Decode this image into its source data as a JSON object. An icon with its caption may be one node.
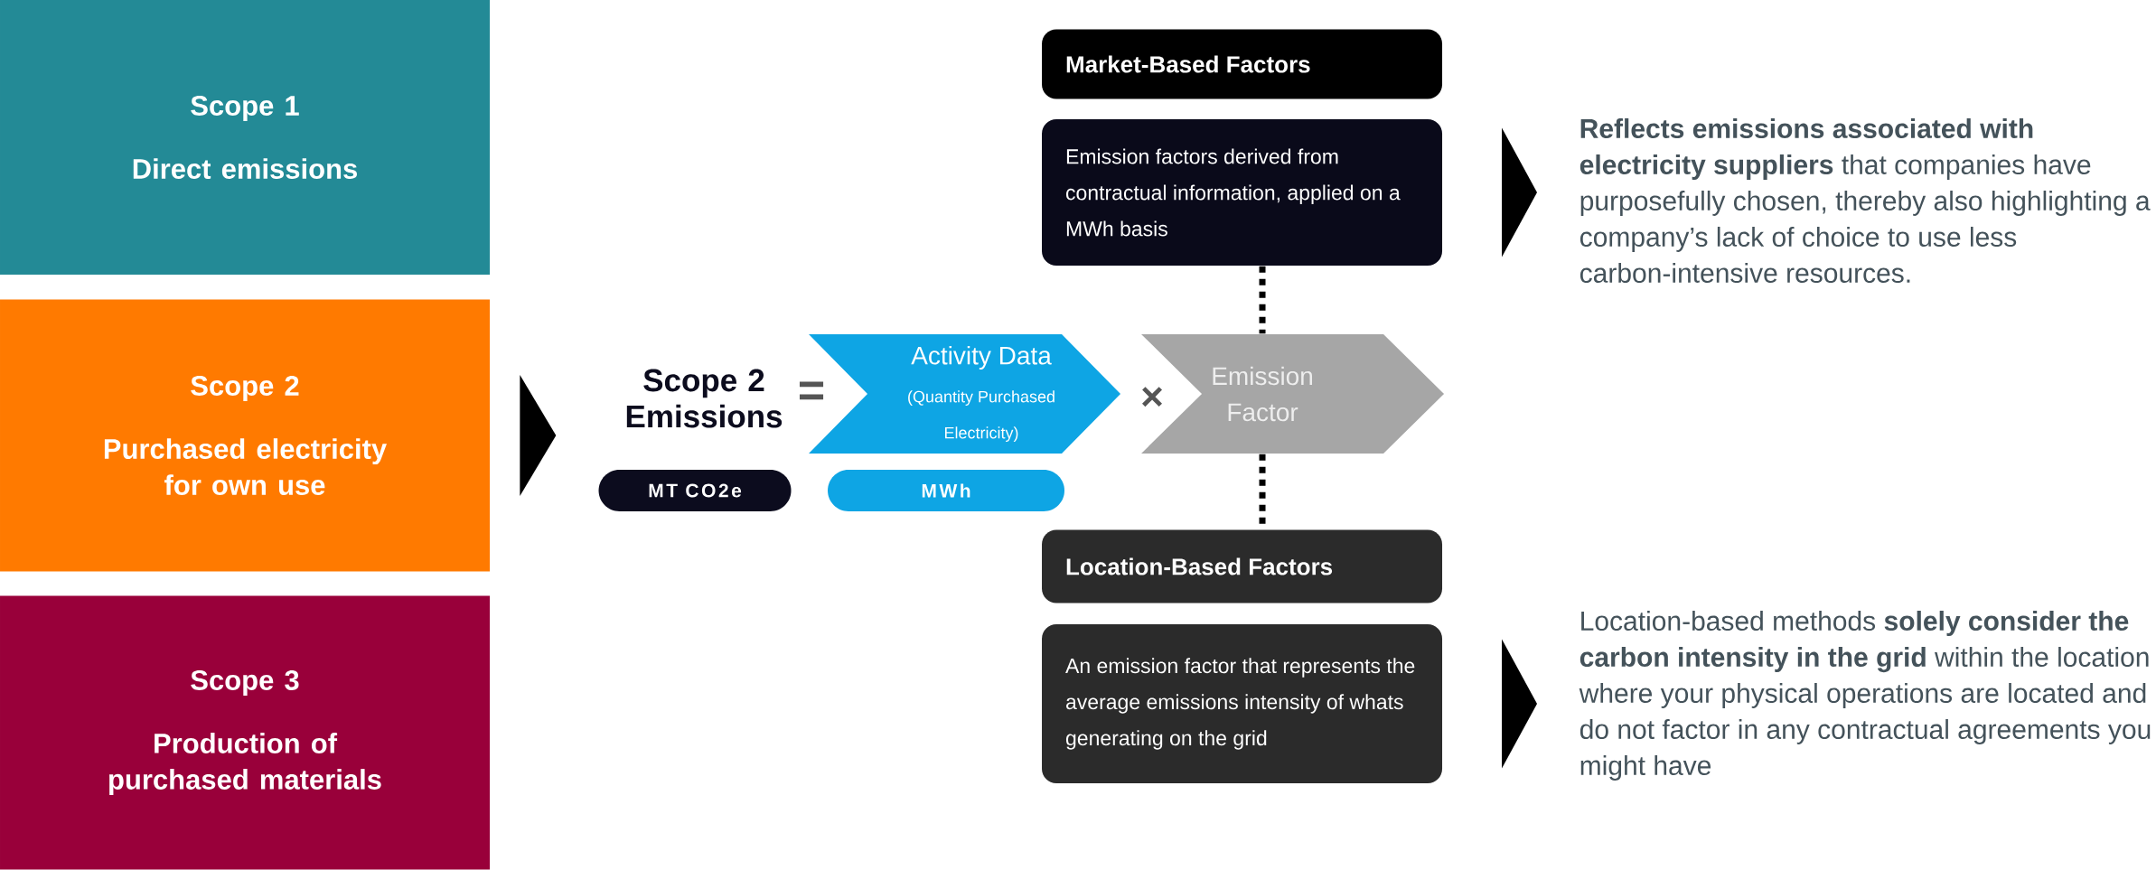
{
  "diagram": {
    "nodes": [
      {
        "text": [
          "Scope 1",
          "Direct emissions"
        ]
      },
      {
        "text": [
          "Scope 2",
          "Purchased electricity for own use"
        ]
      },
      {
        "text": [
          "Scope 3",
          "Production of purchased materials"
        ]
      },
      {
        "text": [
          "Scope 2 Emissions"
        ]
      },
      {
        "text": [
          "MT CO2e"
        ]
      },
      {
        "text": [
          "Activity Data",
          "(Quantity Purchased Electricity)"
        ]
      },
      {
        "text": [
          "MWh"
        ]
      },
      {
        "text": [
          "Emission Factor"
        ]
      },
      {
        "text": [
          "Market-Based Factors"
        ]
      },
      {
        "text": [
          "Emission factors derived from contractual information, applied on a MWh basis"
        ]
      },
      {
        "text": [
          "Location-Based Factors"
        ]
      },
      {
        "text": [
          "An emission factor that represents the average emissions intensity of whats generating on the grid"
        ]
      },
      {
        "text": [
          "**Reflects emissions associated with electricity suppliers** that companies have purposefully chosen, thereby also highlighting a company’s lack of choice to use less carbon-intensive resources."
        ]
      },
      {
        "text": [
          "Location-based methods **solely consider the carbon intensity in the grid** within the location where your physical operations are located and do not factor in any contractual agreements you might have"
        ]
      }
    ],
    "edges": [
      {
        "from": 1,
        "to": 3,
        "arrow": "to"
      },
      {
        "from": 9,
        "to": 7,
        "arrow": "none",
        "style": "dashed"
      },
      {
        "from": 7,
        "to": 10,
        "arrow": "none",
        "style": "dashed"
      },
      {
        "from": 9,
        "to": 12,
        "arrow": "to"
      },
      {
        "from": 11,
        "to": 13,
        "arrow": "to"
      }
    ],
    "labels": [
      "=",
      "×"
    ]
  }
}
